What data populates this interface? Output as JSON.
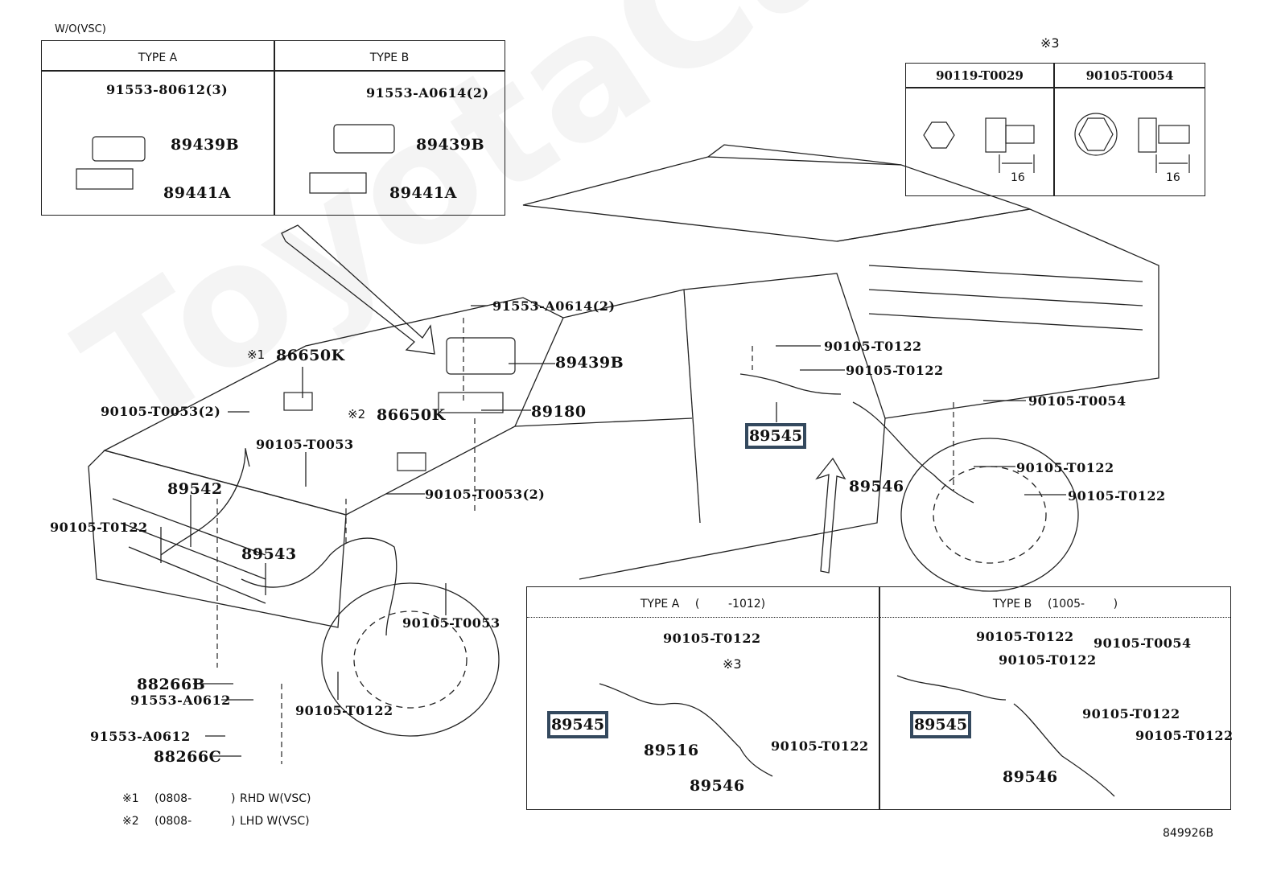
{
  "diagram": {
    "code": "849926B",
    "watermark": "ToyotaCatMoto.ru"
  },
  "wo_vsc_panel": {
    "title": "W/O(VSC)",
    "type_a": {
      "header": "TYPE A",
      "parts": [
        "91553-80612(3)",
        "89439B",
        "89441A"
      ]
    },
    "type_b": {
      "header": "TYPE B",
      "parts": [
        "91553-A0614(2)",
        "89439B",
        "89441A"
      ]
    }
  },
  "fastener_panel": {
    "note": "※3",
    "col1": {
      "header": "90119-T0029",
      "length": "16"
    },
    "col2": {
      "header": "90105-T0054",
      "length": "16"
    }
  },
  "main_callouts": {
    "bolt_top": "91553-A0614(2)",
    "cover": "89439B",
    "sensor_ecu": "89180",
    "relay1_note": "※1",
    "relay1": "86650K",
    "relay2_note": "※2",
    "relay2": "86650K",
    "bolt_t0053_2_left": "90105-T0053(2)",
    "bolt_t0053": "90105-T0053",
    "bolt_t0053_2_right": "90105-T0053(2)",
    "harness_front": "89542",
    "bolt_t0122_front": "90105-T0122",
    "harness_fender": "89543",
    "bolt_t0053_fender": "90105-T0053",
    "bolt_t0122_wheel": "90105-T0122",
    "bracket_b": "88266B",
    "bolt_a0612_1": "91553-A0612",
    "bolt_a0612_2": "91553-A0612",
    "bracket_c": "88266C",
    "rear_bolt_1": "90105-T0122",
    "rear_bolt_2": "90105-T0122",
    "rear_sensor": "89545",
    "rear_harness": "89546",
    "rear_bolt_t0054": "90105-T0054",
    "rear_bolt_3": "90105-T0122",
    "rear_bolt_4": "90105-T0122"
  },
  "notes": [
    {
      "mark": "※1",
      "range": "(0808-",
      "close": ")",
      "text": "RHD W(VSC)"
    },
    {
      "mark": "※2",
      "range": "(0808-",
      "close": ")",
      "text": "LHD W(VSC)"
    }
  ],
  "type_a_rear": {
    "header_type": "TYPE A",
    "header_range": "(        -1012)",
    "bolt_top": "90105-T0122",
    "note": "※3",
    "sensor": "89545",
    "harness": "89516",
    "bolt_right": "90105-T0122",
    "harness_end": "89546"
  },
  "type_b_rear": {
    "header_type": "TYPE B",
    "header_range": "(1005-        )",
    "bolt_1": "90105-T0122",
    "bolt_2": "90105-T0122",
    "bolt_t0054": "90105-T0054",
    "sensor": "89545",
    "bolt_3": "90105-T0122",
    "bolt_4": "90105-T0122",
    "harness": "89546"
  }
}
